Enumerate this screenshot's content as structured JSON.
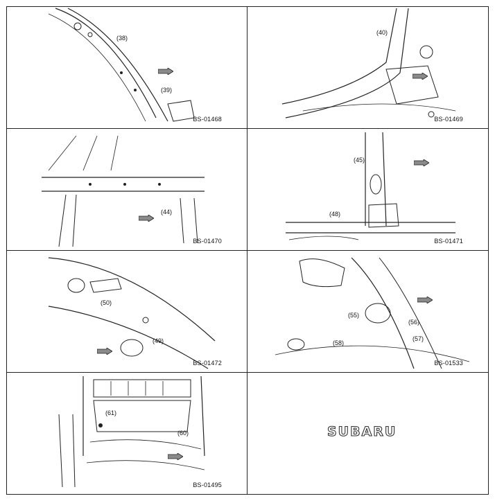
{
  "panels": [
    {
      "code": "BS-01468",
      "callouts": [
        "(38)",
        "(39)"
      ]
    },
    {
      "code": "BS-01469",
      "callouts": [
        "(40)"
      ]
    },
    {
      "code": "BS-01470",
      "callouts": [
        "(44)"
      ]
    },
    {
      "code": "BS-01471",
      "callouts": [
        "(45)",
        "(48)"
      ]
    },
    {
      "code": "BS-01472",
      "callouts": [
        "(50)",
        "(49)"
      ]
    },
    {
      "code": "BS-01533",
      "callouts": [
        "(55)",
        "(56)",
        "(57)",
        "(58)"
      ]
    },
    {
      "code": "BS-01495",
      "callouts": [
        "(61)",
        "(60)"
      ]
    }
  ],
  "brand": {
    "logo_text": "SUBARU"
  },
  "icons": {
    "arrow": "direction-arrow-icon"
  },
  "colors": {
    "line": "#222222",
    "arrow_fill": "#8a8a8a"
  }
}
